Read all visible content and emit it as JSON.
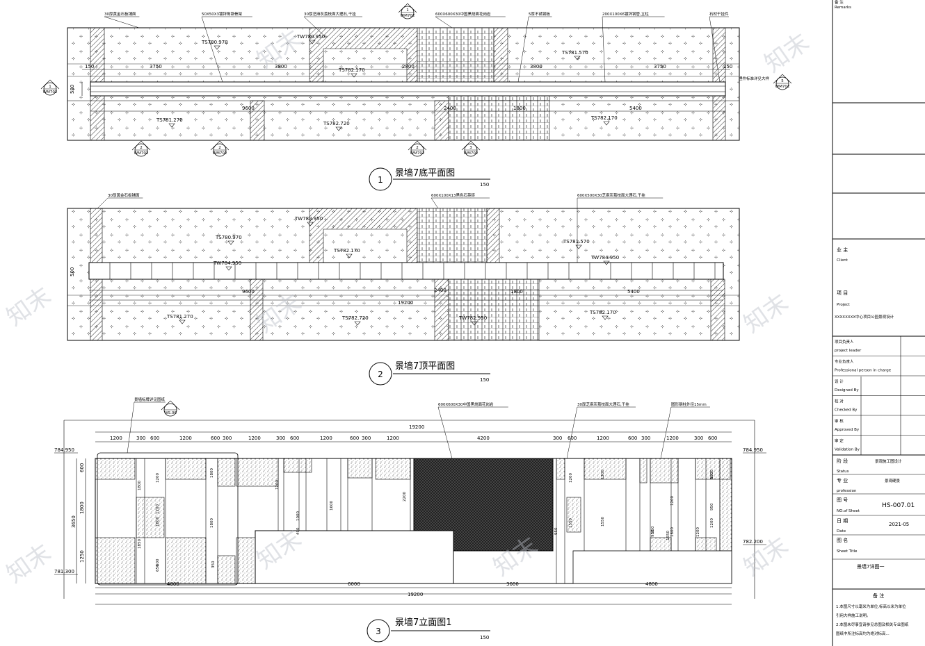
{
  "plan1": {
    "title": "景墙7底平面图",
    "number": "1",
    "scale": "150",
    "callouts": [
      "30厚黄金石板铺面",
      "50X50X3镀锌角钢骨架",
      "30厚芝麻灰荔枝面大理石,干挂",
      "600X600X30中国黑烧面花岗岩",
      "5厚不锈钢板",
      "200X100X6镀锌钢管,立柱",
      "石材干挂件"
    ],
    "dims_top": [
      "150",
      "3750",
      "3800",
      "2800",
      "3800",
      "3750",
      "150"
    ],
    "dims_bottom": [
      "9600",
      "2400",
      "1800",
      "5400"
    ],
    "side_dim": "500",
    "elev_tags": [
      "TW780.950",
      "TS780.970",
      "TS782.170",
      "TS781.570",
      "TS781.270",
      "TS782.720",
      "TS782.170"
    ],
    "section_marks": [
      "1",
      "2",
      "2",
      "1",
      "2",
      "3",
      "5"
    ],
    "sheet_ref": "WM702",
    "note_right": "埋件标准详见大样"
  },
  "plan2": {
    "title": "景墙7顶平面图",
    "number": "2",
    "scale": "150",
    "callouts": [
      "30厚黄金石板铺面",
      "600X100X13黑色石英砖",
      "600X500X30芝麻灰荔枝面大理石,干挂"
    ],
    "dims": [
      "500",
      "9600",
      "19200",
      "2400",
      "1800",
      "5400"
    ],
    "elev_tags": [
      "TW780.950",
      "TS780.970",
      "TS782.170",
      "TS781.570",
      "TW784.950",
      "TW784.950",
      "TS781.270",
      "TS782.720",
      "TS782.170",
      "TW782.950"
    ]
  },
  "elev3": {
    "title": "景墙7立面图1",
    "number": "3",
    "scale": "150",
    "callouts": [
      "景墙标牌详见图纸",
      "600X600X30中国黑烧面花岗岩",
      "30厚芝麻灰荔枝面大理石,干挂",
      "圆形钢柱外径15mm"
    ],
    "callout_ref": "WS.06",
    "total": "19200",
    "dims_top": [
      "1200",
      "300",
      "600",
      "1200",
      "600",
      "300",
      "1200",
      "300",
      "600",
      "1200",
      "600",
      "300",
      "1200",
      "4200",
      "300",
      "600",
      "1200",
      "600",
      "300",
      "1200",
      "300",
      "600"
    ],
    "dims_bottom": [
      "4800",
      "6000",
      "3600",
      "4800"
    ],
    "left_dims": [
      "600",
      "1800",
      "3650",
      "1250"
    ],
    "levels": [
      "784.950",
      "781.300",
      "784.950",
      "782.200"
    ],
    "inner_dims": [
      "1200",
      "1800",
      "1850",
      "1800",
      "1800",
      "1200",
      "1800",
      "600",
      "1200",
      "1600",
      "1000",
      "400",
      "2200",
      "1200",
      "1550",
      "950",
      "1200",
      "1550",
      "950",
      "1200",
      "1800",
      "950",
      "1200",
      "1800",
      "950",
      "1200",
      "1550",
      "350",
      "650",
      "950"
    ]
  },
  "titleblock": {
    "top_label": "备 注",
    "top_en": "Remarks",
    "client_cn": "业 主",
    "client_en": "Client",
    "project_cn": "项 目",
    "project_en": "Project",
    "project_name": "XXXXXXXX中心项目公园景观设计",
    "rows": [
      {
        "cn": "项目负责人",
        "en": "project leader"
      },
      {
        "cn": "专业负责人",
        "en": "Professional person in charge"
      },
      {
        "cn": "设 计",
        "en": "Designed By"
      },
      {
        "cn": "校 对",
        "en": "Checked By"
      },
      {
        "cn": "审 核",
        "en": "Approved By"
      },
      {
        "cn": "审 定",
        "en": "Validation By"
      }
    ],
    "status_cn": "阶 段",
    "status_en": "Status",
    "status_val": "景观施工图设计",
    "profession_cn": "专 业",
    "profession_en": "profession",
    "profession_val": "景观硬景",
    "sheet_cn": "图 号",
    "sheet_en": "NO.of Sheet",
    "sheet_val": "HS-007.01",
    "date_cn": "日 期",
    "date_en": "Date",
    "date_val": "2021-05",
    "name_cn": "图 名",
    "name_en": "Sheet Title",
    "name_val": "景墙7详图一",
    "notes_title": "备 注",
    "notes": [
      "1.本图尺寸以毫米为单位,标高以米为单位",
      "  引用大样施工说明。",
      "2.本图未尽事宜请参见总图及相关专业图纸",
      "  图纸中所注标高均为绝对标高..."
    ]
  },
  "colors": {
    "line": "#000000",
    "hatch": "#000000",
    "dim": "#000000",
    "watermark": "#b9bec8"
  },
  "watermark": "知末"
}
